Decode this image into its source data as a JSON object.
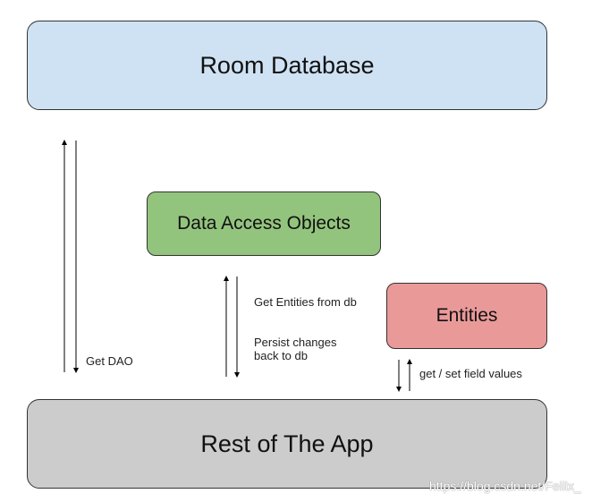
{
  "boxes": {
    "room_database": "Room Database",
    "data_access_objects": "Data Access Objects",
    "entities": "Entities",
    "rest_of_app": "Rest of The App"
  },
  "labels": {
    "get_dao": "Get DAO",
    "get_entities": "Get Entities from db",
    "persist_changes": "Persist changes\nback to db",
    "field_values": "get / set field values"
  },
  "watermark": "https://blog.csdn.net/Feilix_",
  "colors": {
    "room_database": "#cfe2f3",
    "data_access_objects": "#93c47d",
    "entities": "#ea9999",
    "rest_of_app": "#cccccc",
    "arrow": "#000000"
  }
}
